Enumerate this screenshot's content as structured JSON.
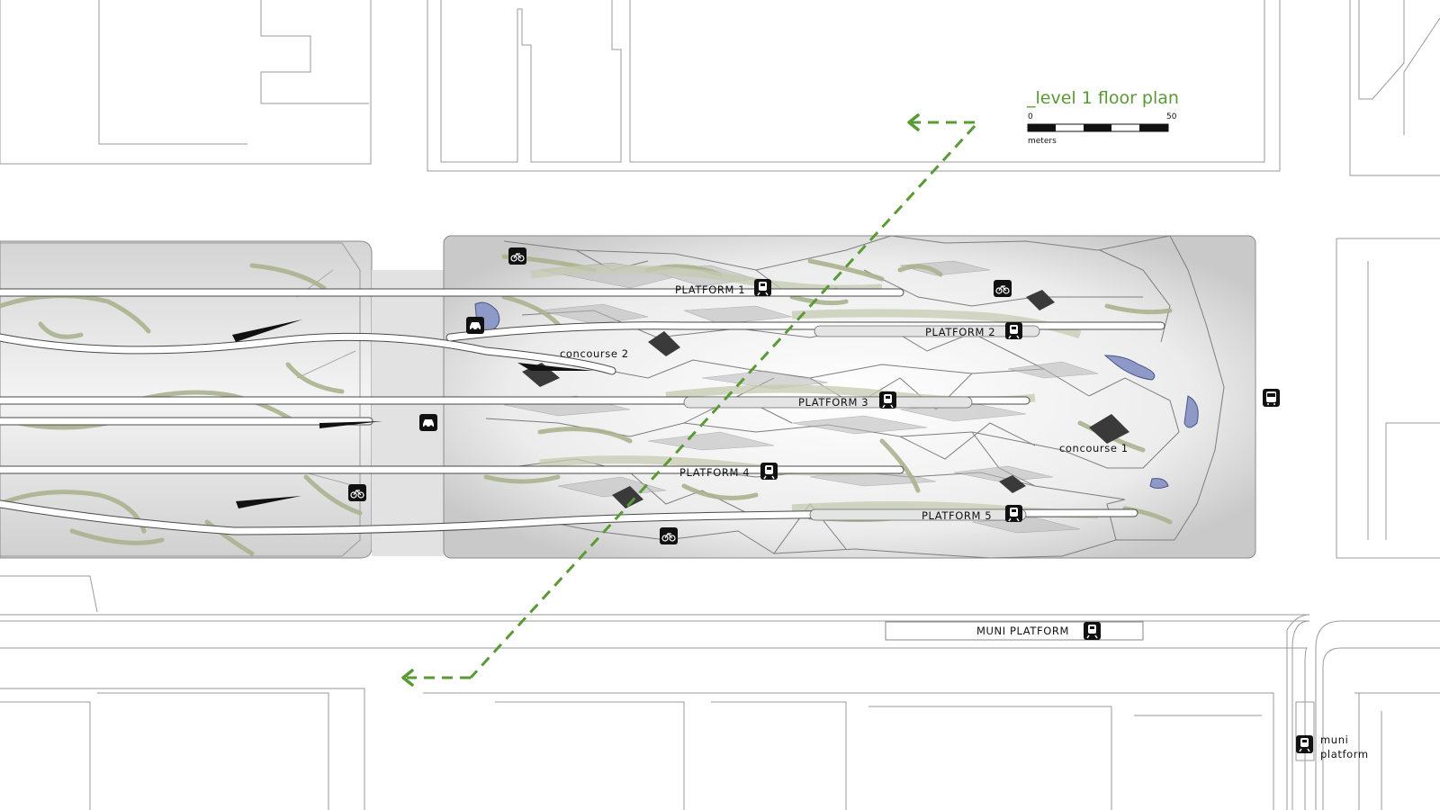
{
  "title": "_level 1 floor plan",
  "scale": {
    "start": "0",
    "end": "50",
    "unit": "meters"
  },
  "platforms": [
    "PLATFORM 1",
    "PLATFORM 2",
    "PLATFORM 3",
    "PLATFORM 4",
    "PLATFORM 5"
  ],
  "concourses": [
    "concourse 2",
    "concourse 1"
  ],
  "muni_platform_label": "MUNI PLATFORM",
  "muni_corner": {
    "line1": "muni",
    "line2": "platform"
  },
  "icons": [
    "bicycle-icon",
    "taxi-icon",
    "bus-icon",
    "rail-icon"
  ],
  "colors": {
    "route": "#5a9a35",
    "title": "#5a9a35",
    "track": "#ffffff",
    "ribbon": "#c5cbb1",
    "accent_blue": "#8e99c8"
  }
}
